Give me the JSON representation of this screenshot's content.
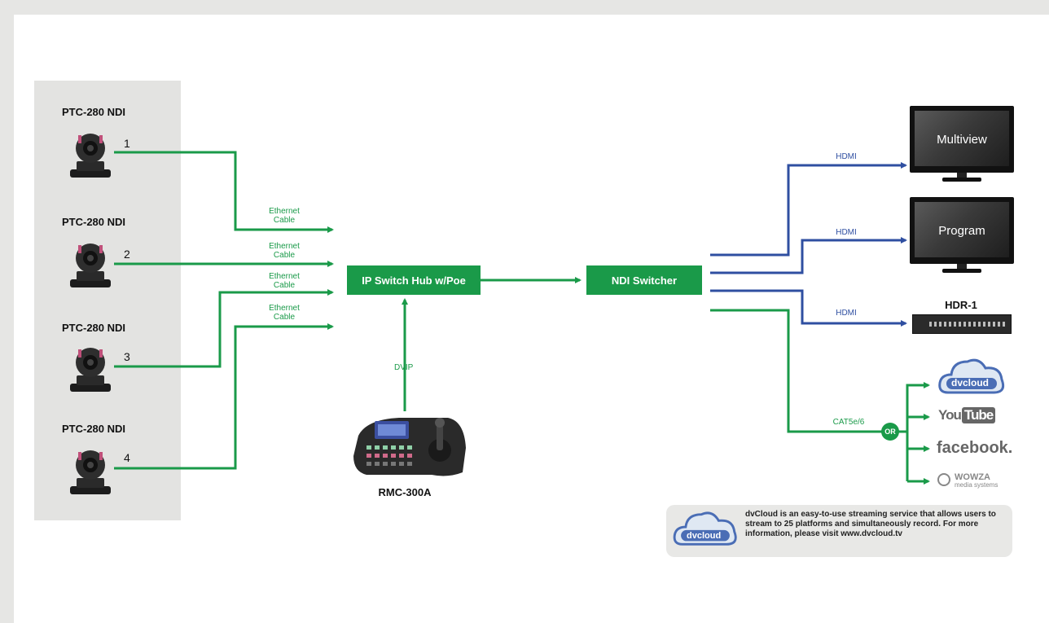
{
  "cameras": [
    {
      "title": "PTC-280 NDI",
      "port": "1"
    },
    {
      "title": "PTC-280 NDI",
      "port": "2"
    },
    {
      "title": "PTC-280 NDI",
      "port": "3"
    },
    {
      "title": "PTC-280 NDI",
      "port": "4"
    }
  ],
  "links": {
    "ethernet": [
      "Ethernet\nCable",
      "Ethernet\nCable",
      "Ethernet\nCable",
      "Ethernet\nCable"
    ],
    "dvip": "DVIP",
    "hdmi": [
      "HDMI",
      "HDMI",
      "HDMI"
    ],
    "cat5": "CAT5e/6"
  },
  "hub_label": "IP Switch Hub w/Poe",
  "switcher_label": "NDI Switcher",
  "controller_label": "RMC-300A",
  "outputs": {
    "multiview": "Multiview",
    "program": "Program",
    "recorder": "HDR-1"
  },
  "or_label": "OR",
  "platforms": {
    "dvcloud": "dvcloud",
    "youtube_a": "You",
    "youtube_b": "Tube",
    "facebook": "facebook.",
    "wowza_a": "WOWZA",
    "wowza_b": "media systems"
  },
  "info": {
    "logo": "dvcloud",
    "text": "dvCloud is an easy-to-use streaming service that allows users to stream to 25 platforms and simultaneously record. For more information, please visit www.dvcloud.tv"
  },
  "colors": {
    "green": "#1a9a49",
    "blue": "#2f4fa1",
    "panel": "#e3e3e1"
  }
}
